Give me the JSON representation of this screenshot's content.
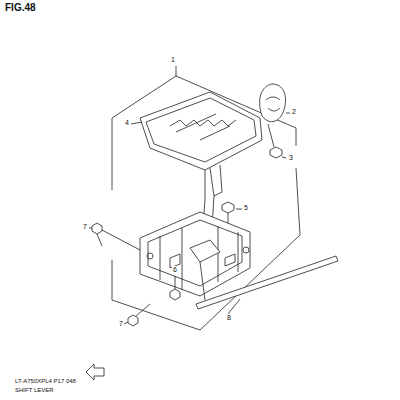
{
  "diagram": {
    "title": "FIG.48",
    "labels": [
      "1",
      "2",
      "3",
      "4",
      "5",
      "6",
      "7",
      "7",
      "8",
      "LT-A750XPL4  P17  048",
      "SHIFT LEVER"
    ]
  }
}
